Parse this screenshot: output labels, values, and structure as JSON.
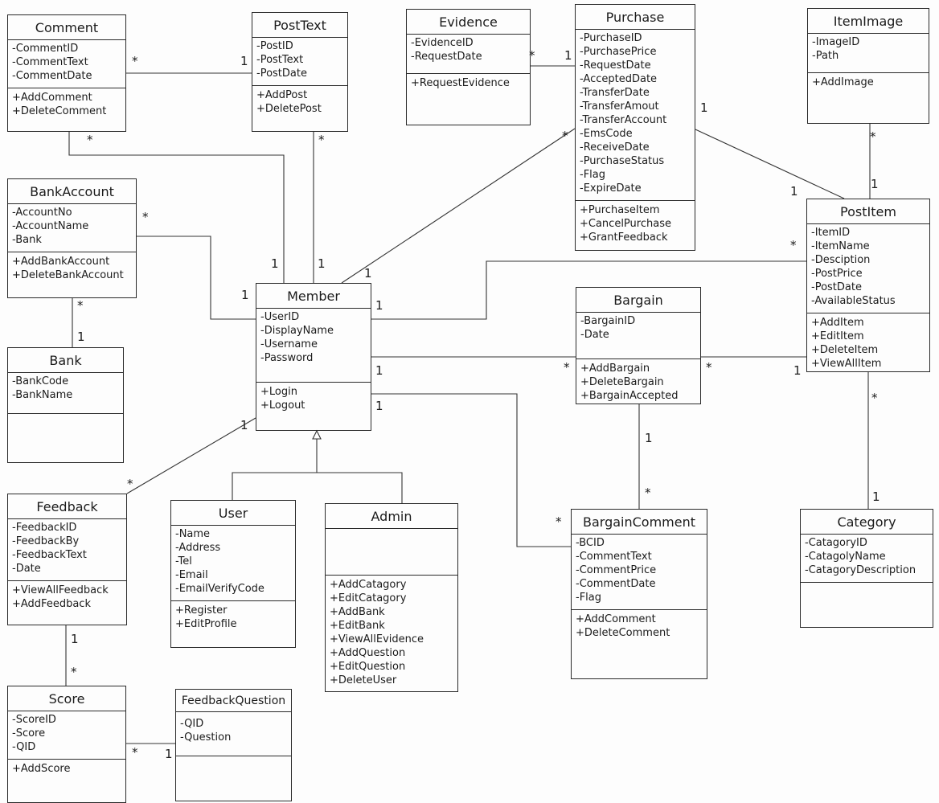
{
  "classes": {
    "comment": {
      "name": "Comment",
      "attributes": [
        "-CommentID",
        "-CommentText",
        "-CommentDate"
      ],
      "operations": [
        "+AddComment",
        "+DeleteComment"
      ]
    },
    "posttext": {
      "name": "PostText",
      "attributes": [
        "-PostID",
        "-PostText",
        "-PostDate"
      ],
      "operations": [
        "+AddPost",
        "+DeletePost"
      ]
    },
    "evidence": {
      "name": "Evidence",
      "attributes": [
        "-EvidenceID",
        "-RequestDate"
      ],
      "operations": [
        "+RequestEvidence"
      ]
    },
    "purchase": {
      "name": "Purchase",
      "attributes": [
        "-PurchaseID",
        "-PurchasePrice",
        "-RequestDate",
        "-AcceptedDate",
        "-TransferDate",
        "-TransferAmout",
        "-TransferAccount",
        "-EmsCode",
        "-ReceiveDate",
        "-PurchaseStatus",
        "-Flag",
        "-ExpireDate"
      ],
      "operations": [
        "+PurchaseItem",
        "+CancelPurchase",
        "+GrantFeedback"
      ]
    },
    "itemimage": {
      "name": "ItemImage",
      "attributes": [
        "-ImageID",
        "-Path"
      ],
      "operations": [
        "+AddImage"
      ]
    },
    "bankaccount": {
      "name": "BankAccount",
      "attributes": [
        "-AccountNo",
        "-AccountName",
        "-Bank"
      ],
      "operations": [
        "+AddBankAccount",
        "+DeleteBankAccount"
      ]
    },
    "postitem": {
      "name": "PostItem",
      "attributes": [
        "-ItemID",
        "-ItemName",
        "-Desciption",
        "-PostPrice",
        "-PostDate",
        "-AvailableStatus"
      ],
      "operations": [
        "+AddItem",
        "+EditItem",
        "+DeleteItem",
        "+ViewAllItem"
      ]
    },
    "member": {
      "name": "Member",
      "attributes": [
        "-UserID",
        "-DisplayName",
        "-Username",
        "-Password"
      ],
      "operations": [
        "+Login",
        "+Logout"
      ]
    },
    "bargain": {
      "name": "Bargain",
      "attributes": [
        "-BargainID",
        "-Date"
      ],
      "operations": [
        "+AddBargain",
        "+DeleteBargain",
        "+BargainAccepted"
      ]
    },
    "bank": {
      "name": "Bank",
      "attributes": [
        "-BankCode",
        "-BankName"
      ],
      "operations": []
    },
    "feedback": {
      "name": "Feedback",
      "attributes": [
        "-FeedbackID",
        "-FeedbackBy",
        "-FeedbackText",
        "-Date"
      ],
      "operations": [
        "+ViewAllFeedback",
        "+AddFeedback"
      ]
    },
    "user": {
      "name": "User",
      "attributes": [
        "-Name",
        "-Address",
        "-Tel",
        "-Email",
        "-EmailVerifyCode"
      ],
      "operations": [
        "+Register",
        "+EditProfile"
      ]
    },
    "admin": {
      "name": "Admin",
      "attributes": [],
      "operations": [
        "+AddCatagory",
        "+EditCatagory",
        "+AddBank",
        "+EditBank",
        "+ViewAllEvidence",
        "+AddQuestion",
        "+EditQuestion",
        "+DeleteUser"
      ]
    },
    "bargaincomment": {
      "name": "BargainComment",
      "attributes": [
        "-BCID",
        "-CommentText",
        "-CommentPrice",
        "-CommentDate",
        "-Flag"
      ],
      "operations": [
        "+AddComment",
        "+DeleteComment"
      ]
    },
    "category": {
      "name": "Category",
      "attributes": [
        "-CatagoryID",
        "-CatagolyName",
        "-CatagoryDescription"
      ],
      "operations": []
    },
    "score": {
      "name": "Score",
      "attributes": [
        "-ScoreID",
        "-Score",
        "-QID"
      ],
      "operations": [
        "+AddScore"
      ]
    },
    "feedbackquestion": {
      "name": "FeedbackQuestion",
      "attributes": [
        "-QID",
        "-Question"
      ],
      "operations": []
    }
  },
  "multiplicities": {
    "comment_posttext_a": "*",
    "comment_posttext_b": "1",
    "comment_member_a": "*",
    "posttext_member_a": "*",
    "evidence_purchase_a": "*",
    "evidence_purchase_b": "1",
    "purchase_member_a": "*",
    "purchase_postitem_a": "1",
    "purchase_postitem_b": "1",
    "itemimage_postitem_a": "*",
    "itemimage_postitem_b": "1",
    "bankaccount_member_a": "*",
    "member_comment_b": "1",
    "member_posttext_b": "1",
    "member_bankaccount_b": "1",
    "member_purchase_b": "1",
    "member_postitem_a": "1",
    "postitem_member_b": "*",
    "member_bargain_a": "1",
    "bargain_member_b": "*",
    "bargain_postitem_a": "*",
    "bargain_postitem_b": "1",
    "member_bargaincomment_a": "1",
    "bargaincomment_member_b": "*",
    "bankaccount_bank_a": "*",
    "bankaccount_bank_b": "1",
    "member_feedback_a": "1",
    "feedback_member_b": "*",
    "bargain_bargaincomment_a": "1",
    "bargain_bargaincomment_b": "*",
    "postitem_category_a": "*",
    "postitem_category_b": "1",
    "feedback_score_a": "1",
    "feedback_score_b": "*",
    "score_question_a": "*",
    "score_question_b": "1"
  }
}
